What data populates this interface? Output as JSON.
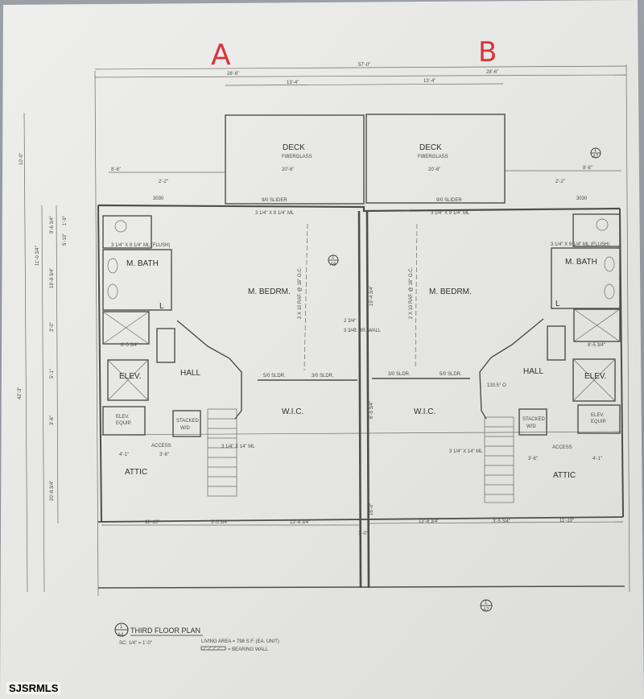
{
  "unit_labels": {
    "a": "A",
    "b": "B"
  },
  "overall_width": "57'-0\"",
  "half_widths": [
    "28'-6\"",
    "28'-6\""
  ],
  "deck_widths": [
    "13'-4\"",
    "13'-4\""
  ],
  "side_dims": {
    "left_top": "8'-6\"",
    "right_top": "8'-6\"",
    "deck_inner_a": "20'-6\"",
    "deck_inner_b": "20'-6\""
  },
  "window_dims": [
    "2'-2\"",
    "2'-2\""
  ],
  "door_sizes": [
    "3030",
    "3030"
  ],
  "slider_labels": [
    "9/0 SLIDER",
    "9/0 SLIDER"
  ],
  "beam_labels": [
    "3 1/4\" X 9 1/4\" ML",
    "3 1/4\" X 9 1/4\" ML"
  ],
  "flush_labels": [
    "3 1/4\" X 9 1/4\" ML (FLUSH)",
    "3 1/4\" X 9 1/4\" ML (FLUSH)"
  ],
  "ceiling_labels": [
    "2 X 10 RAF. @ 16\" O.C.",
    "2 X 10 RAF. @ 16\" O.C."
  ],
  "closet_door_labels": [
    "5/0 SLDR.",
    "3/0 SLDR.",
    "3/0 SLDR.",
    "5/0 SLDR."
  ],
  "low_beam_labels": [
    "3 1/4\" X 14\" ML",
    "3 1/4\" X 14\" ML"
  ],
  "rooms": {
    "deck": "DECK",
    "deck_material": "FIBERGLASS",
    "master_bath": "M. BATH",
    "master_bedroom": "M. BEDRM.",
    "hall": "HALL",
    "elevator": "ELEV.",
    "elevator_equipment": [
      "ELEV.",
      "EQUIP."
    ],
    "stacked_washer_dryer": [
      "STACKED",
      "W/D"
    ],
    "walk_in_closet": "W.I.C.",
    "attic": "ATTIC",
    "access": "ACCESS",
    "linen": "L"
  },
  "left_dims": [
    "10'-0\"",
    "9'-6 3/4\"",
    "11'-0 3/4\"",
    "19'-8 3/4\"",
    "3'-0\"",
    "5'-1\"",
    "3'-6\"",
    "20'-8 3/4\"",
    "42'-3\"",
    "1'-9\"",
    "5'-10\""
  ],
  "bath_dims": [
    "8'-5 3/4\"",
    "8'-5 3/4\""
  ],
  "hall_dims": [
    "4'-1\"",
    "3'-6\"",
    "3'-6\"",
    "4'-1\""
  ],
  "bottom_dims_a": [
    "11'-10\"",
    "3'-5 3/4\"",
    "13'-8 3/4\""
  ],
  "bottom_dims_b": [
    "13'-8 3/4\"",
    "3'-5 3/4\"",
    "11'-10\""
  ],
  "center_dims": [
    "1'-0\"",
    "2 3/4\"",
    "3 3/4\"",
    "1 HR. WALL",
    "19'-4 3/4\"",
    "6'-9 3/4\"",
    "16'-0\""
  ],
  "hall_angle": "133.5° O",
  "section_marker": {
    "top": "1",
    "bottom": "A7"
  },
  "section_marker_center": {
    "top": "1",
    "bottom": "A8"
  },
  "title_block": {
    "marker_top": "1",
    "marker_bottom": "A4",
    "title": "THIRD FLOOR PLAN",
    "scale": "SC: 1/4\" = 1'-0\"",
    "living_area": "LIVING AREA = 798 S.F. (EA. UNIT)",
    "legend": "= BEARING WALL"
  },
  "watermark": "SJSRMLS"
}
